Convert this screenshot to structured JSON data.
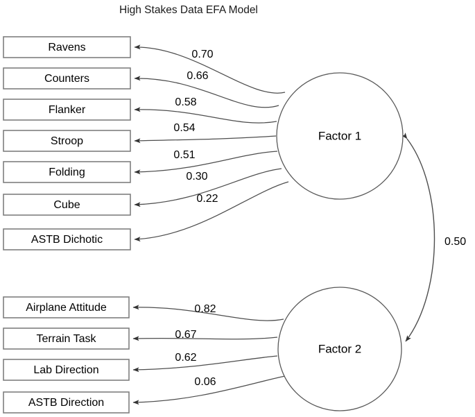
{
  "title": "High Stakes Data EFA Model",
  "chart_data": {
    "type": "diagram",
    "title": "High Stakes Data EFA Model",
    "diagram_kind": "exploratory-factor-analysis-path-diagram",
    "factors": [
      {
        "id": "factor1",
        "label": "Factor 1"
      },
      {
        "id": "factor2",
        "label": "Factor 2"
      }
    ],
    "indicators": [
      {
        "id": "ravens",
        "label": "Ravens",
        "factor": "factor1",
        "loading": "0.70"
      },
      {
        "id": "counters",
        "label": "Counters",
        "factor": "factor1",
        "loading": "0.66"
      },
      {
        "id": "flanker",
        "label": "Flanker",
        "factor": "factor1",
        "loading": "0.58"
      },
      {
        "id": "stroop",
        "label": "Stroop",
        "factor": "factor1",
        "loading": "0.54"
      },
      {
        "id": "folding",
        "label": "Folding",
        "factor": "factor1",
        "loading": "0.51"
      },
      {
        "id": "cube",
        "label": "Cube",
        "factor": "factor1",
        "loading": "0.30"
      },
      {
        "id": "astb-dichotic",
        "label": "ASTB Dichotic",
        "factor": "factor1",
        "loading": "0.22"
      },
      {
        "id": "airplane-attitude",
        "label": "Airplane Attitude",
        "factor": "factor2",
        "loading": "0.82"
      },
      {
        "id": "terrain-task",
        "label": "Terrain Task",
        "factor": "factor2",
        "loading": "0.67"
      },
      {
        "id": "lab-direction",
        "label": "Lab Direction",
        "factor": "factor2",
        "loading": "0.62"
      },
      {
        "id": "astb-direction",
        "label": "ASTB Direction",
        "factor": "factor2",
        "loading": "0.06"
      }
    ],
    "factor_correlation": {
      "from": "factor1",
      "to": "factor2",
      "value": "0.50",
      "arrow": "double-headed"
    },
    "colors": {
      "background": "#ffffff",
      "box_stroke": "#7f7f7f",
      "circle_stroke": "#595959",
      "path_stroke": "#4d4d4d",
      "text": "#000000"
    }
  },
  "boxes": {
    "ravens": {
      "label": "Ravens"
    },
    "counters": {
      "label": "Counters"
    },
    "flanker": {
      "label": "Flanker"
    },
    "stroop": {
      "label": "Stroop"
    },
    "folding": {
      "label": "Folding"
    },
    "cube": {
      "label": "Cube"
    },
    "astb_dichotic": {
      "label": "ASTB Dichotic"
    },
    "airplane_attitude": {
      "label": "Airplane Attitude"
    },
    "terrain_task": {
      "label": "Terrain Task"
    },
    "lab_direction": {
      "label": "Lab Direction"
    },
    "astb_direction": {
      "label": "ASTB Direction"
    }
  },
  "factors": {
    "factor1": {
      "label": "Factor 1"
    },
    "factor2": {
      "label": "Factor 2"
    }
  },
  "loadings": {
    "ravens": "0.70",
    "counters": "0.66",
    "flanker": "0.58",
    "stroop": "0.54",
    "folding": "0.51",
    "cube": "0.30",
    "astb_dichotic": "0.22",
    "airplane_attitude": "0.82",
    "terrain_task": "0.67",
    "lab_direction": "0.62",
    "astb_direction": "0.06"
  },
  "correlation": {
    "value": "0.50"
  }
}
